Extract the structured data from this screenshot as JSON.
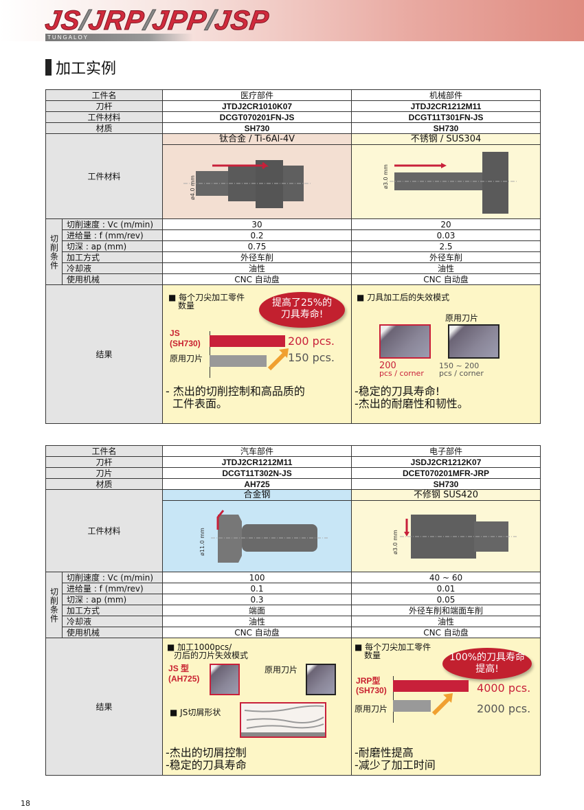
{
  "header": {
    "logo": "JS/JRP/JPP/JSP",
    "logo_parts": [
      "JS",
      "/",
      "JRP",
      "/",
      "JPP",
      "/",
      "JSP"
    ],
    "brand": "TUNGALOY"
  },
  "section_title": "加工实例",
  "page_number": "18",
  "tables": [
    {
      "labels": {
        "part": "工件名",
        "holder": "刀杆",
        "insert": "工件材料",
        "grade": "材质",
        "workpiece": "工件材料",
        "conditions": "切削条件",
        "results": "结果"
      },
      "cond_labels": [
        "切削速度 : Vc (m/min)",
        "进给量 : f (mm/rev)",
        "切深 : ap (mm)",
        "加工方式",
        "冷却液",
        "使用机械"
      ],
      "cols": [
        {
          "part": "医疗部件",
          "holder": "JTDJ2CR1010K07",
          "insert": "DCGT070201FN-JS",
          "grade": "SH730",
          "material": "钛合金 / Ti-6Al-4V",
          "dim": "ø4.0 mm",
          "bg": "#f3dfd2",
          "conds": [
            "30",
            "0.2",
            "0.75",
            "外径车削",
            "油性",
            "CNC 自动盘"
          ]
        },
        {
          "part": "机械部件",
          "holder": "JTDJ2CR1212M11",
          "insert": "DCGT11T301FN-JS",
          "grade": "SH730",
          "material": "不锈钢 / SUS304",
          "dim": "ø3.0 mm",
          "bg": "#fdf8d6",
          "conds": [
            "20",
            "0.03",
            "2.5",
            "外径车削",
            "油性",
            "CNC 自动盘"
          ]
        }
      ],
      "results": {
        "left": {
          "title": "■ 每个刀尖加工零件",
          "title2": "数量",
          "callout": "提高了25%的",
          "callout2": "刀具寿命!",
          "new_label": "JS",
          "new_label2": "(SH730)",
          "old_label": "原用刀片",
          "new_value": "200 pcs.",
          "old_value": "150 pcs.",
          "new_pcs": 200,
          "old_pcs": 150,
          "note1": "- 杰出的切削控制和高品质的",
          "note2": "工件表面。"
        },
        "right": {
          "title": "■ 刀具加工后的失效模式",
          "old_label": "原用刀片",
          "new_value": "200",
          "new_unit": "pcs / corner",
          "old_value": "150 ~ 200",
          "old_unit": "pcs / corner",
          "note1": "-稳定的刀具寿命!",
          "note2": "-杰出的耐磨性和韧性。"
        }
      }
    },
    {
      "labels": {
        "part": "工件名",
        "holder": "刀杆",
        "insert": "刀片",
        "grade": "材质",
        "workpiece": "工件材料",
        "conditions": "切削条件",
        "results": "结果"
      },
      "cond_labels": [
        "切削速度 : Vc (m/min)",
        "进给量 : f (mm/rev)",
        "切深 : ap (mm)",
        "加工方式",
        "冷却液",
        "使用机械"
      ],
      "cols": [
        {
          "part": "汽车部件",
          "holder": "JTDJ2CR1212M11",
          "insert": "DCGT11T302N-JS",
          "grade": "AH725",
          "material": "合金钢",
          "dim": "ø11.0 mm",
          "bg": "#c8e6f6",
          "conds": [
            "100",
            "0.1",
            "0.3",
            "端面",
            "油性",
            "CNC 自动盘"
          ]
        },
        {
          "part": "电子部件",
          "holder": "JSDJ2CR1212K07",
          "insert": "DCET070201MFR-JRP",
          "grade": "SH730",
          "material": "不修钢 SUS420",
          "dim": "ø3.0 mm",
          "bg": "#fdf8d6",
          "conds": [
            "40 ~ 60",
            "0.01",
            "0.05",
            "外径车削和端面车削",
            "油性",
            "CNC 自动盘"
          ]
        }
      ],
      "results": {
        "left": {
          "title": "■ 加工1000pcs/",
          "title2": "刃后的刀片失效模式",
          "new_label": "JS 型",
          "new_label2": "(AH725)",
          "old_label": "原用刀片",
          "chip_title": "■ JS切屑形状",
          "note1": "-杰出的切屑控制",
          "note2": "-稳定的刀具寿命"
        },
        "right": {
          "title": "■ 每个刀尖加工零件",
          "title2": "数量",
          "callout": "100%的刀具寿命",
          "callout2": "提高!",
          "new_label": "JRP型",
          "new_label2": "(SH730)",
          "old_label": "原用刀片",
          "new_value": "4000 pcs.",
          "old_value": "2000 pcs.",
          "new_pcs": 4000,
          "old_pcs": 2000,
          "note1": "-耐磨性提高",
          "note2": "-减少了加工时间"
        }
      }
    }
  ]
}
